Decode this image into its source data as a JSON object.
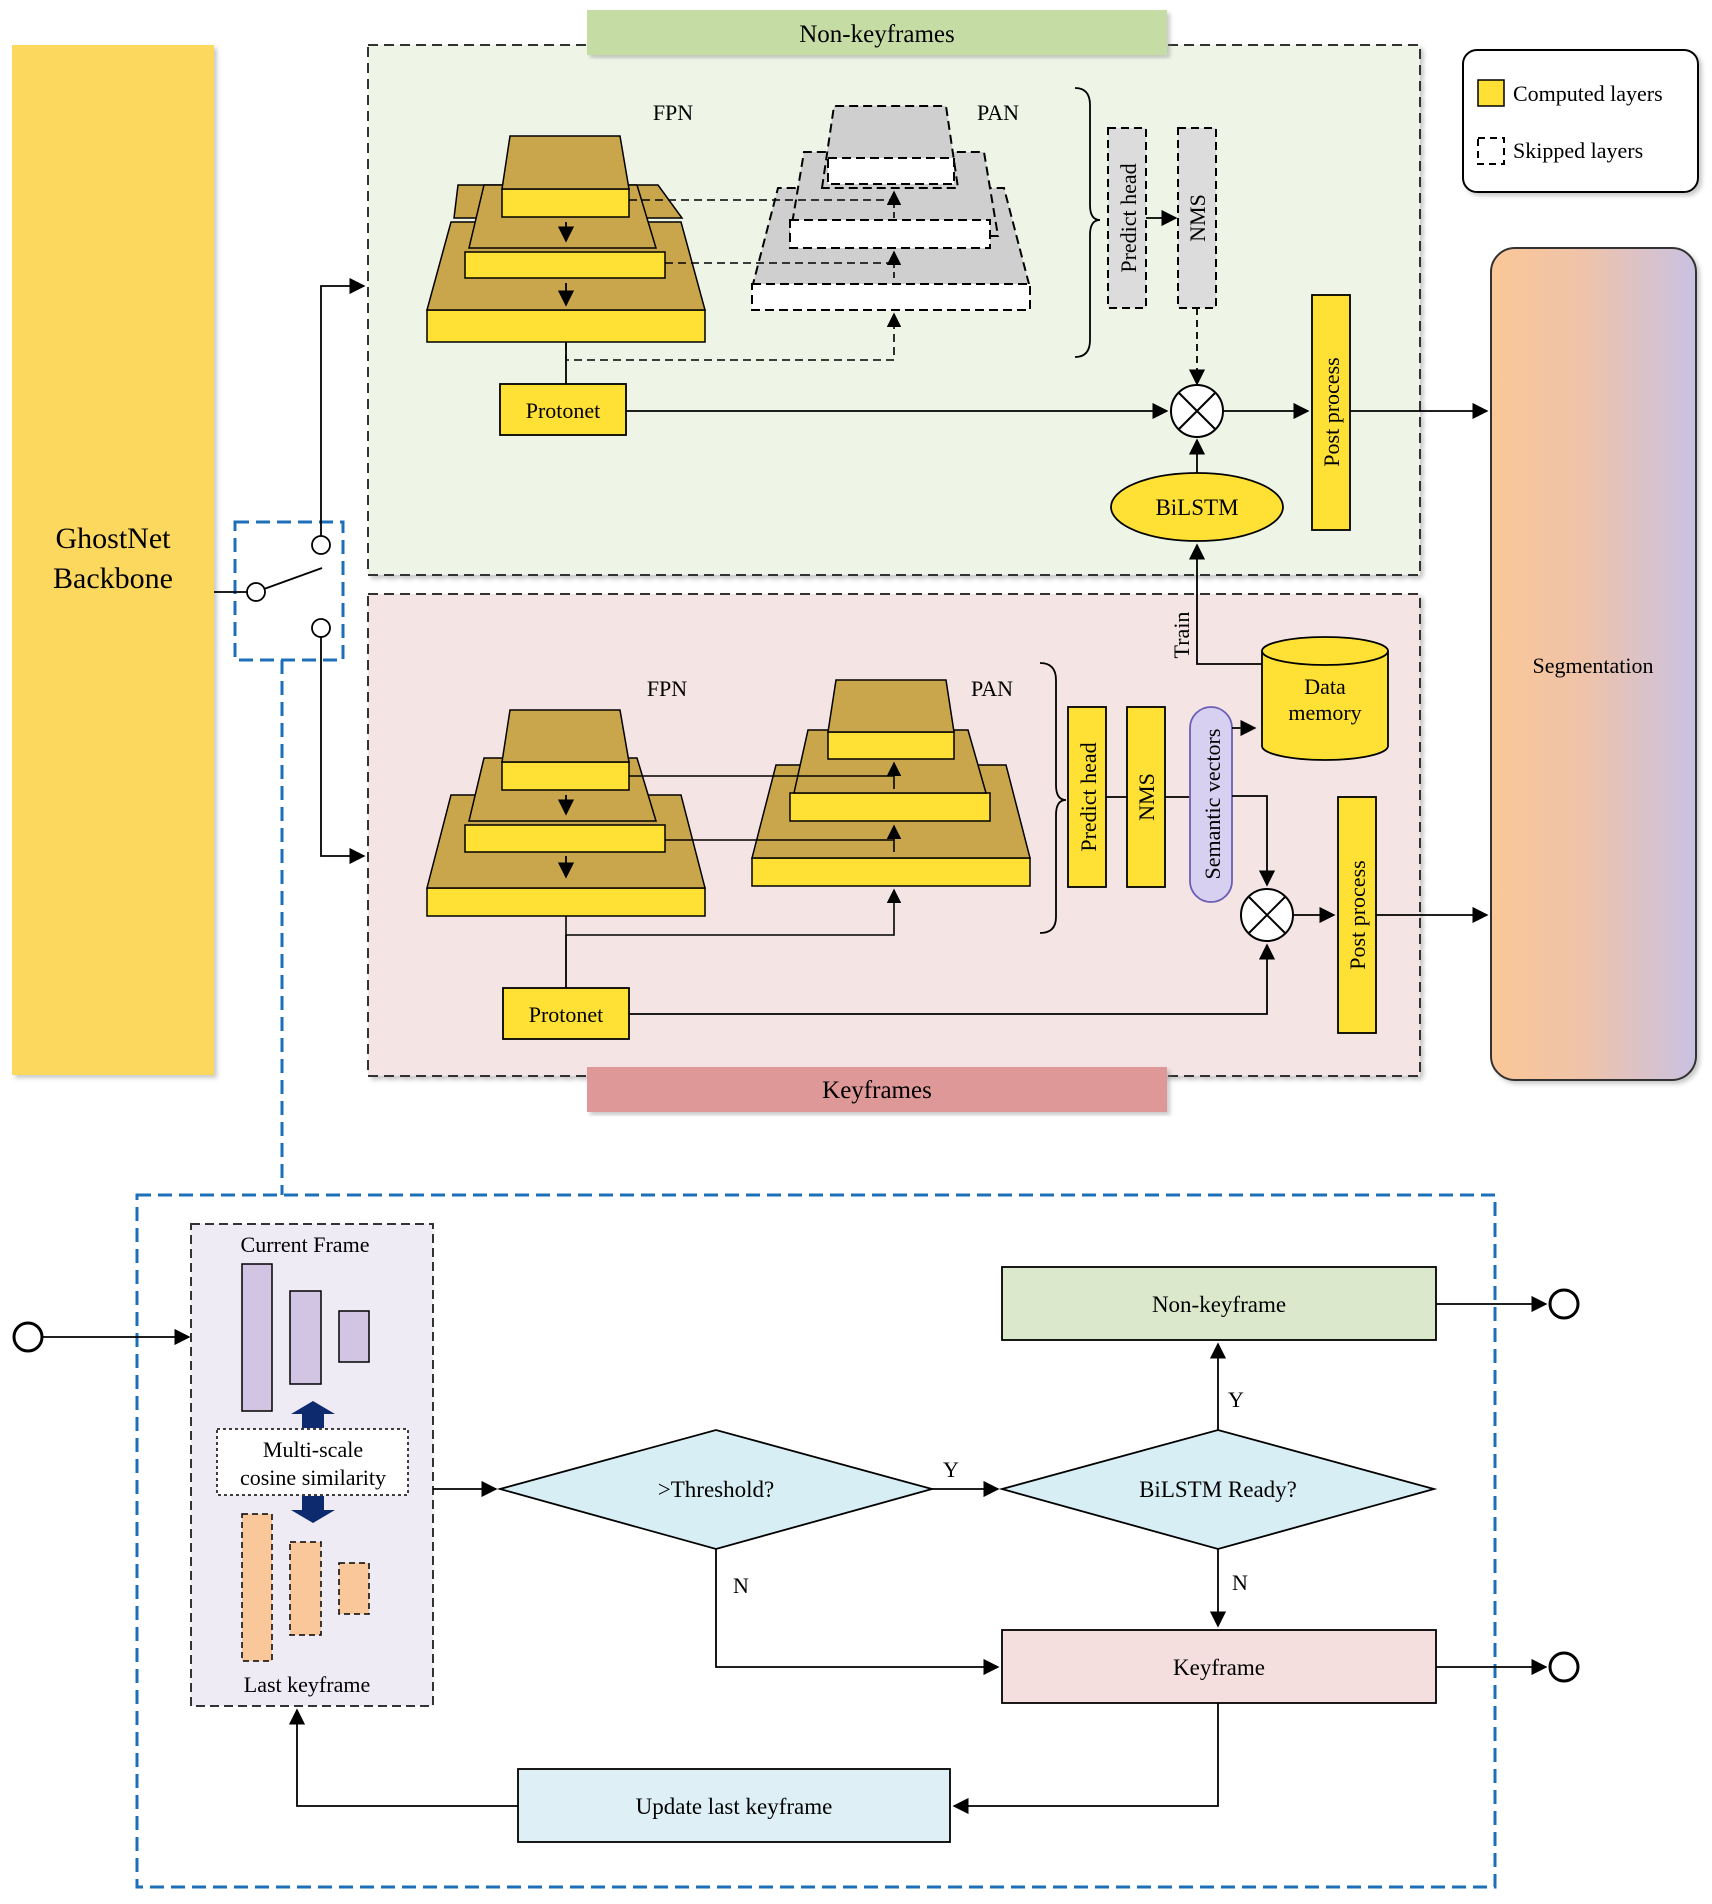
{
  "backbone": {
    "line1": "GhostNet",
    "line2": "Backbone"
  },
  "legend": {
    "computed": "Computed layers",
    "skipped": "Skipped layers"
  },
  "nonkey_panel": {
    "title": "Non-keyframes",
    "fpn": "FPN",
    "pan": "PAN",
    "protonet": "Protonet",
    "predict_head": "Predict head",
    "nms": "NMS",
    "bilstm": "BiLSTM",
    "post_process": "Post process"
  },
  "key_panel": {
    "title": "Keyframes",
    "fpn": "FPN",
    "pan": "PAN",
    "protonet": "Protonet",
    "predict_head": "Predict head",
    "nms": "NMS",
    "semantic_vectors": "Semantic vectors",
    "data_memory_1": "Data",
    "data_memory_2": "memory",
    "train": "Train",
    "post_process": "Post process"
  },
  "segmentation": "Segmentation",
  "flow": {
    "current_frame": "Current Frame",
    "similarity_1": "Multi-scale",
    "similarity_2": "cosine similarity",
    "last_keyframe": "Last keyframe",
    "threshold": ">Threshold?",
    "bilstm_ready": "BiLSTM Ready?",
    "nonkeyframe": "Non-keyframe",
    "keyframe": "Keyframe",
    "update": "Update last keyframe",
    "yes": "Y",
    "no": "N"
  },
  "colors": {
    "backbone": "#fcd85f",
    "layer_gold": "#c9a64b",
    "layer_yellow": "#ffe135",
    "nonkey_bg": "#eef5e6",
    "key_bg": "#f5e4e4",
    "nonkey_title": "#c5dca5",
    "key_title": "#de9898",
    "switch_blue": "#1e6fba",
    "diamond": "#d7eef4",
    "update_box": "#def0f6"
  }
}
